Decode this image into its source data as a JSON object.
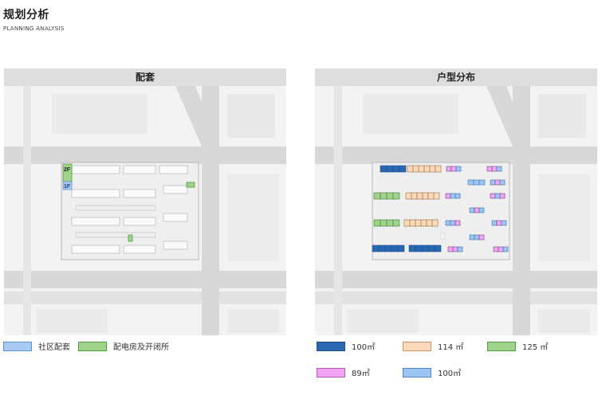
{
  "page": {
    "title": "规划分析",
    "subtitle": "PLANNING ANALYSIS"
  },
  "panels": {
    "left": {
      "header": "配套",
      "labels": {
        "floor_2f": "2F",
        "floor_1f": "1F"
      }
    },
    "right": {
      "header": "户型分布"
    }
  },
  "legend_left": [
    {
      "label": "社区配套",
      "color": "#a9cbf3",
      "border": "#5b8fd6"
    },
    {
      "label": "配电房及开闭所",
      "color": "#9fd38b",
      "border": "#4f9a3f"
    }
  ],
  "legend_right": [
    {
      "label": "100㎡",
      "color": "#2a67b3",
      "border": "#1e4f8c"
    },
    {
      "label": "114 ㎡",
      "color": "#fcd9b9",
      "border": "#c9936a"
    },
    {
      "label": "125 ㎡",
      "color": "#9fd38b",
      "border": "#4f9a3f"
    },
    {
      "label": "89㎡",
      "color": "#f1a6f4",
      "border": "#b555bb"
    },
    {
      "label": "100㎡",
      "color": "#9cc5f3",
      "border": "#4f86cc"
    }
  ]
}
